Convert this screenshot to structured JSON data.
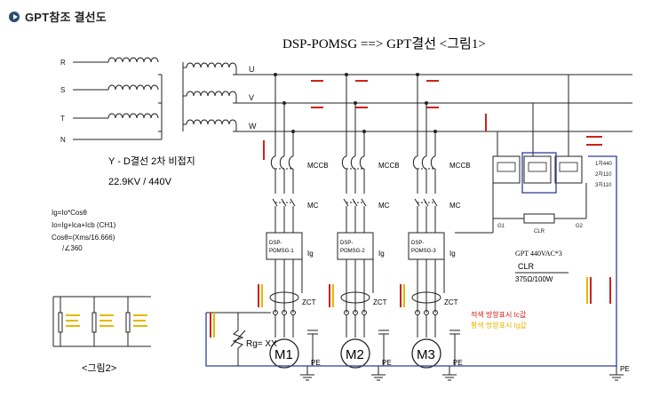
{
  "header": {
    "title": "GPT참조 결선도"
  },
  "diagram": {
    "main_title": "DSP-POMSG ==> GPT결선 <그림1>",
    "phases": [
      "R",
      "S",
      "T",
      "N"
    ],
    "bus_labels": [
      "U",
      "V",
      "W"
    ],
    "transformer_caption": [
      "Y - D결선 2차 비접지",
      "22.9KV / 440V"
    ],
    "formulas": [
      "Ig=Io*Cosθ",
      "Io=Ig+Ica+Icb (CH1)",
      "Cosθ=(Xms/16.666)",
      "/∠360"
    ],
    "device_labels": {
      "mccb": "MCCB",
      "mc": "MC",
      "ig": "Ig",
      "zct": "ZCT",
      "pe": "PE",
      "rg": "Rg= XX",
      "clr": "CLR"
    },
    "units": [
      {
        "name": "DSP-POMSG-1",
        "motor": "M1"
      },
      {
        "name": "DSP-POMSG-2",
        "motor": "M2"
      },
      {
        "name": "DSP-POMSG-3",
        "motor": "M3"
      }
    ],
    "gpt": {
      "label": "GPT 440VAC*3",
      "clr_label": "CLR",
      "clr_value": "375Ω/100W",
      "ratios": [
        "1차440",
        "2차110",
        "3차110"
      ],
      "g1": "G1",
      "g2": "G2"
    },
    "figure2_caption": "<그림2>",
    "annotation_red": "적색 방향표시 Ic값",
    "annotation_yellow": "황색 방향표시 Ig값"
  },
  "colors": {
    "accent_dot": "#2d4d73",
    "bus_blue": "#2f3f9a",
    "arrow_red": "#d0211b",
    "arrow_yellow": "#e6b800"
  }
}
